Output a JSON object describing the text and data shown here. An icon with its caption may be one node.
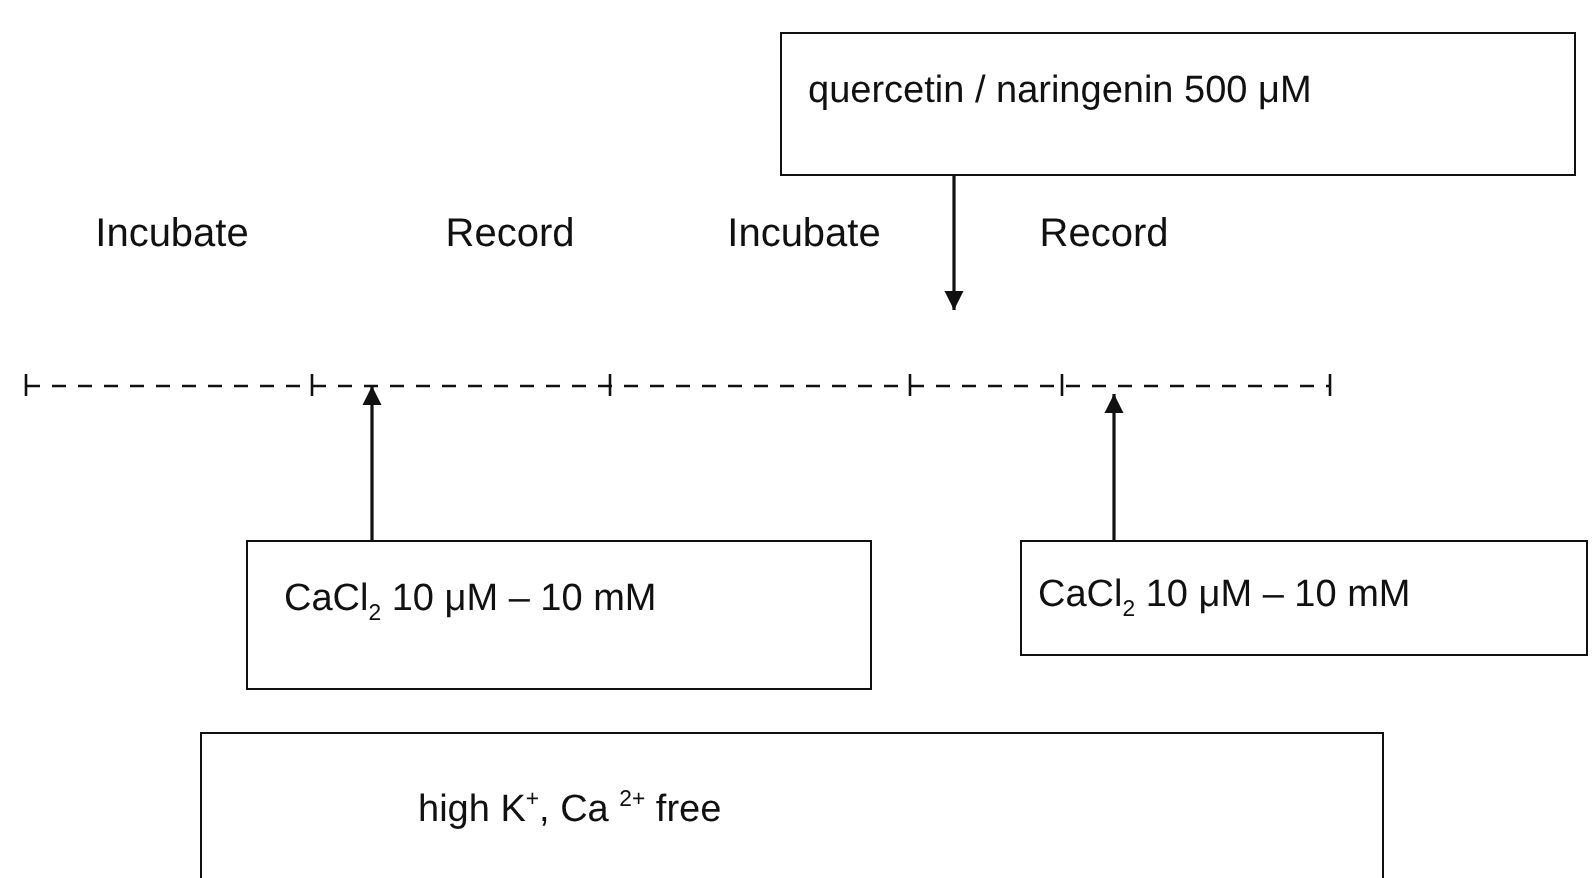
{
  "diagram": {
    "nodes": [
      {
        "text": [
          "quercetin / naringenin 500 μM"
        ]
      },
      {
        "text": [
          "CaCl$_{2}$ 10 μM – 10 mM"
        ]
      },
      {
        "text": [
          "CaCl$_{2}$ 10 μM – 10 mM"
        ]
      },
      {
        "text": [
          "high K$^{+}$, Ca $^{2+}$ free"
        ]
      }
    ],
    "edges": [
      {
        "from": 0,
        "to": null,
        "arrow": "to"
      },
      {
        "from": 1,
        "to": null,
        "arrow": "to"
      },
      {
        "from": 2,
        "to": null,
        "arrow": "to"
      }
    ],
    "labels": [
      "Incubate",
      "Record",
      "Incubate",
      "Record"
    ]
  }
}
